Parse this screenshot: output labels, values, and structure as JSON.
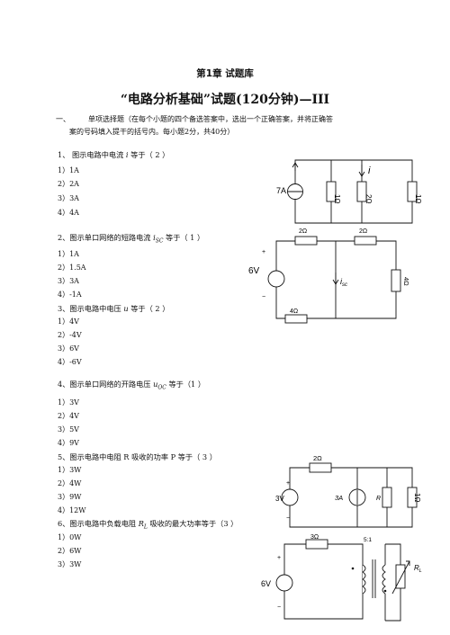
{
  "chapter": "第1章  试题库",
  "title": "“电路分析基础”试题(120分钟)—III",
  "section": {
    "num": "一、",
    "line1": "单项选择题（在每个小题的四个备选答案中，选出一个正确答案，并将正确答",
    "line2": "案的号码填入提干的括号内。每小题2分，共40分）"
  },
  "questions": [
    {
      "pre": "1、 图示电路中电流",
      "sym": "i",
      "post": "等于（    2   ）",
      "options": [
        "1）1A",
        "2）2A",
        "3）3A",
        "4）4A"
      ]
    },
    {
      "pre": "2、图示单口网络的短路电流",
      "sym": "i",
      "sub": "SC",
      "post": "等于（    1   ）",
      "options": [
        "1）1A",
        "2）1.5A",
        "3）3A",
        "4）-1A"
      ]
    },
    {
      "pre": "3、图示电路中电压",
      "sym": "u",
      "post": "等于（   2    ）",
      "options": [
        "1）4V",
        "2）-4V",
        "3）6V",
        "4）-6V"
      ]
    },
    {
      "pre": "4、图示单口网络的开路电压",
      "sym": "u",
      "sub": "OC",
      "post": "等于（1       ）",
      "options": [
        "1）3V",
        "2）4V",
        "3）5V",
        "4）9V"
      ]
    },
    {
      "pre": "5、图示电路中电阻 R 吸收的功率 P 等于（    3    ）",
      "options": [
        "1）3W",
        "2）4W",
        "3）9W",
        "4）12W"
      ]
    },
    {
      "pre": "6、图示电路中负载电阻",
      "sym": "R",
      "sub": "L",
      "post": "吸收的最大功率等于（3        ）",
      "options": [
        "1）0W",
        "2）6W",
        "3）3W"
      ]
    }
  ],
  "circuits": {
    "c1": {
      "source": "7A",
      "r1": "1Ω",
      "r2": "2Ω",
      "r3": "1Ω",
      "current": "i"
    },
    "c2": {
      "source": "6V",
      "plus": "+",
      "minus": "−",
      "r_top1": "2Ω",
      "r_top2": "2Ω",
      "r_right": "4Ω",
      "r_bottom": "4Ω",
      "current": "i",
      "current_sub": "sc"
    },
    "c3": {
      "r_top": "2Ω",
      "vsrc": "3V",
      "plus": "+",
      "minus": "−",
      "isrc": "3A",
      "r": "R",
      "r_right": "1Ω"
    },
    "c4": {
      "r_top": "3Ω",
      "ratio": "5:1",
      "source": "6V",
      "plus": "+",
      "minus": "−",
      "load": "R",
      "load_sub": "L"
    }
  }
}
